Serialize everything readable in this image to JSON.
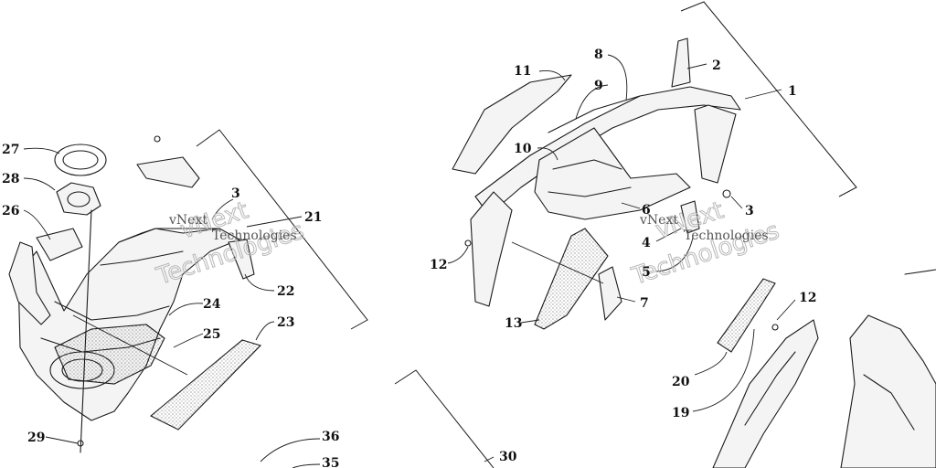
{
  "watermark": {
    "brand": "vNext",
    "line2": "Technologies"
  },
  "callouts": [
    "1",
    "2",
    "3",
    "3",
    "4",
    "5",
    "6",
    "7",
    "8",
    "9",
    "10",
    "11",
    "12",
    "12",
    "13",
    "19",
    "20",
    "21",
    "22",
    "23",
    "24",
    "25",
    "26",
    "27",
    "28",
    "29",
    "30",
    "35",
    "36"
  ]
}
